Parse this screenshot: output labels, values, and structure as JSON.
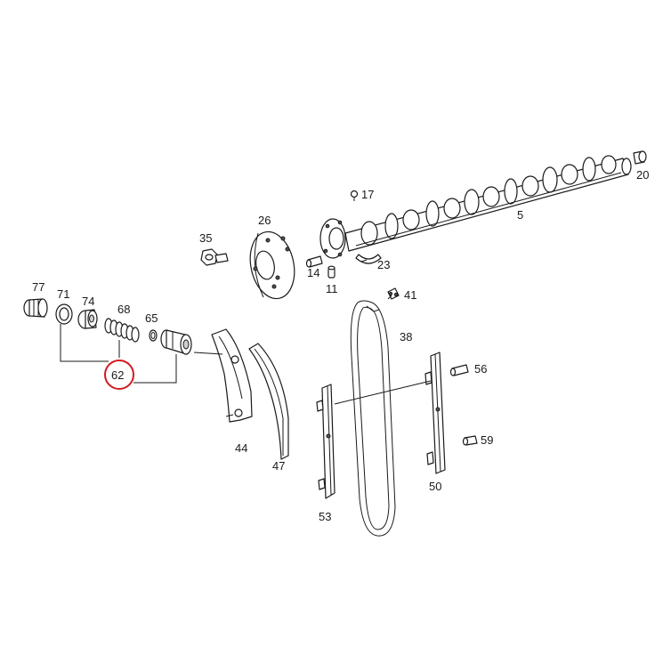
{
  "diagram": {
    "highlight_color": "#d4181f",
    "highlighted_part": "62",
    "labels": {
      "p5": "5",
      "p11": "11",
      "p14": "14",
      "p17": "17",
      "p20": "20",
      "p23": "23",
      "p26": "26",
      "p35": "35",
      "p38": "38",
      "p41": "41",
      "p44": "44",
      "p47": "47",
      "p50": "50",
      "p53": "53",
      "p56": "56",
      "p59": "59",
      "p62": "62",
      "p65": "65",
      "p68": "68",
      "p71": "71",
      "p74": "74",
      "p77": "77"
    }
  }
}
